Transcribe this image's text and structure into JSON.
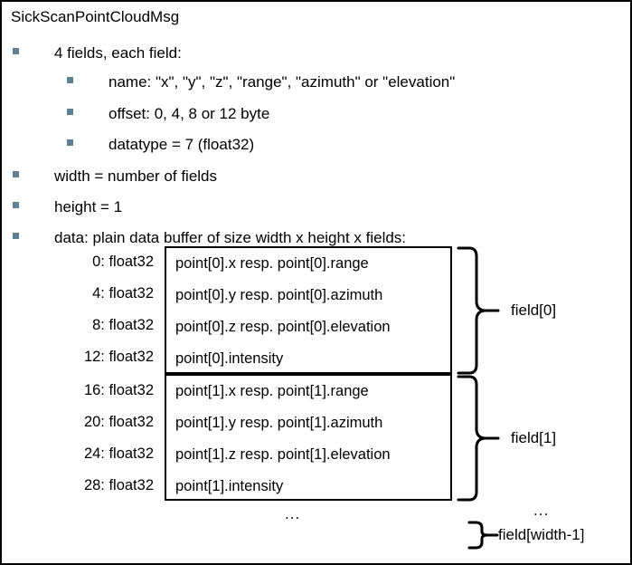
{
  "title": "SickScanPointCloudMsg",
  "bullets": [
    {
      "level": 1,
      "text": "4 fields, each field:"
    },
    {
      "level": 2,
      "text": "name: \"x\", \"y\", \"z\", \"range\", \"azimuth\"  or \"elevation\""
    },
    {
      "level": 2,
      "text": "offset: 0, 4, 8 or 12 byte"
    },
    {
      "level": 2,
      "text": "datatype = 7 (float32)"
    },
    {
      "level": 1,
      "text": "width = number of fields"
    },
    {
      "level": 1,
      "text": "height = 1"
    },
    {
      "level": 1,
      "text": "data: plain data buffer of size width x height x fields:"
    }
  ],
  "offsets": [
    "0: float32",
    "4: float32",
    "8: float32",
    "12: float32",
    "16: float32",
    "20: float32",
    "24: float32",
    "28: float32"
  ],
  "boxes": [
    {
      "label": "field[0]",
      "lines": [
        "point[0].x resp. point[0].range",
        "point[0].y resp. point[0].azimuth",
        "point[0].z resp. point[0].elevation",
        "point[0].intensity"
      ]
    },
    {
      "label": "field[1]",
      "lines": [
        "point[1].x resp. point[1].range",
        "point[1].y resp. point[1].azimuth",
        "point[1].z resp. point[1].elevation",
        "point[1].intensity"
      ]
    }
  ],
  "ellipsis_center": "...",
  "ellipsis_right": "...",
  "last_field_label": "field[width-1]",
  "colors": {
    "bullet": "#5f7f92",
    "border": "#000000",
    "text": "#000000",
    "background": "#ffffff"
  }
}
